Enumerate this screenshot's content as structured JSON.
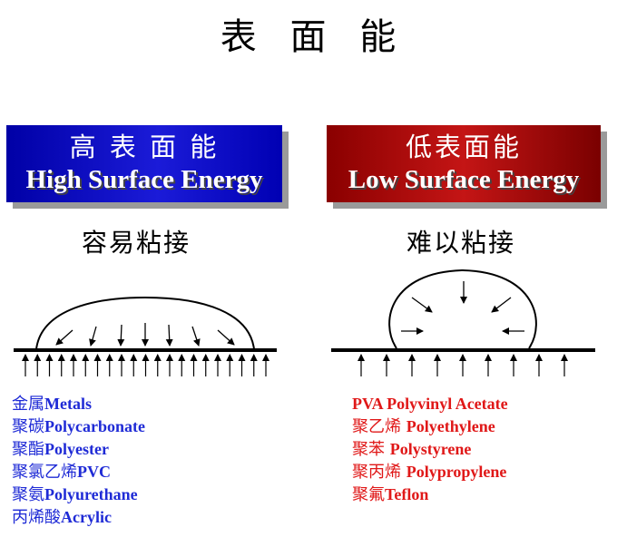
{
  "title": "表 面 能",
  "high": {
    "banner_cn": "高 表 面 能",
    "banner_en": "High Surface Energy",
    "subtitle": "容易粘接",
    "materials": [
      {
        "cn": "金属",
        "en": "Metals"
      },
      {
        "cn": "聚碳",
        "en": "Polycarbonate"
      },
      {
        "cn": "聚酯",
        "en": "Polyester"
      },
      {
        "cn": "聚氯乙烯",
        "en": "PVC"
      },
      {
        "cn": "聚氨",
        "en": "Polyurethane"
      },
      {
        "cn": "丙烯酸",
        "en": "Acrylic"
      }
    ]
  },
  "low": {
    "banner_cn": "低表面能",
    "banner_en": "Low Surface Energy",
    "subtitle": "难以粘接",
    "materials": [
      {
        "cn": "",
        "en": "PVA Polyvinyl Acetate"
      },
      {
        "cn": "聚乙烯 ",
        "en": "Polyethylene"
      },
      {
        "cn": "聚苯 ",
        "en": "Polystyrene"
      },
      {
        "cn": "聚丙烯 ",
        "en": "Polypropylene"
      },
      {
        "cn": "聚氟",
        "en": "Teflon"
      }
    ]
  },
  "colors": {
    "high_banner": "#1414c8",
    "low_banner": "#b01010",
    "high_text": "#1f2bd6",
    "low_text": "#e01818"
  }
}
